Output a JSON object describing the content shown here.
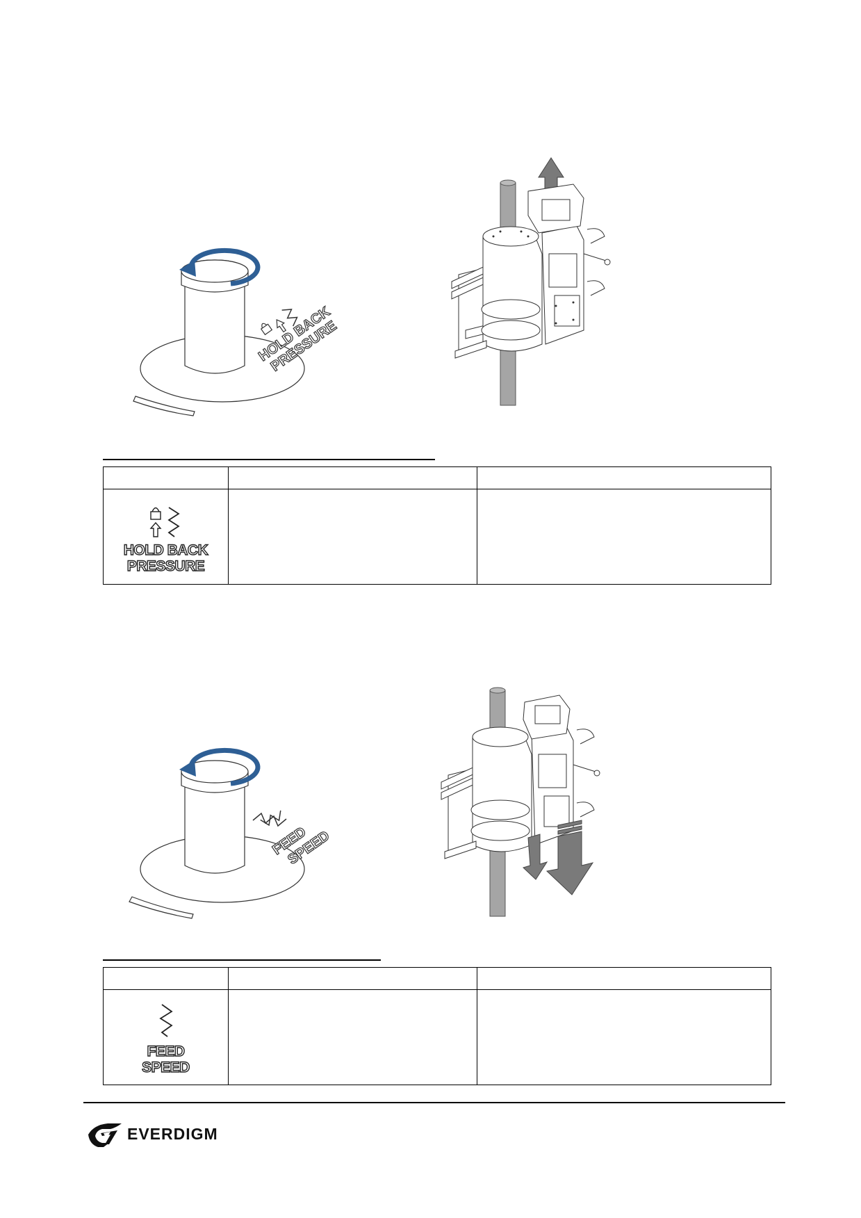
{
  "section1": {
    "dial_label_line1": "HOLD BACK",
    "dial_label_line2": "PRESSURE",
    "table_symbol_line1": "HOLD BACK",
    "table_symbol_line2": "PRESSURE",
    "arrow_direction": "up"
  },
  "section2": {
    "dial_label_line1": "FEED",
    "dial_label_line2": "SPEED",
    "table_symbol_line1": "FEED",
    "table_symbol_line2": "SPEED",
    "arrow_direction": "down"
  },
  "footer": {
    "brand": "EVERDIGM"
  },
  "colors": {
    "dial_arrow": "#2e5f95",
    "machine_arrow": "#7a7a7a",
    "rod": "#9a9a9a"
  }
}
